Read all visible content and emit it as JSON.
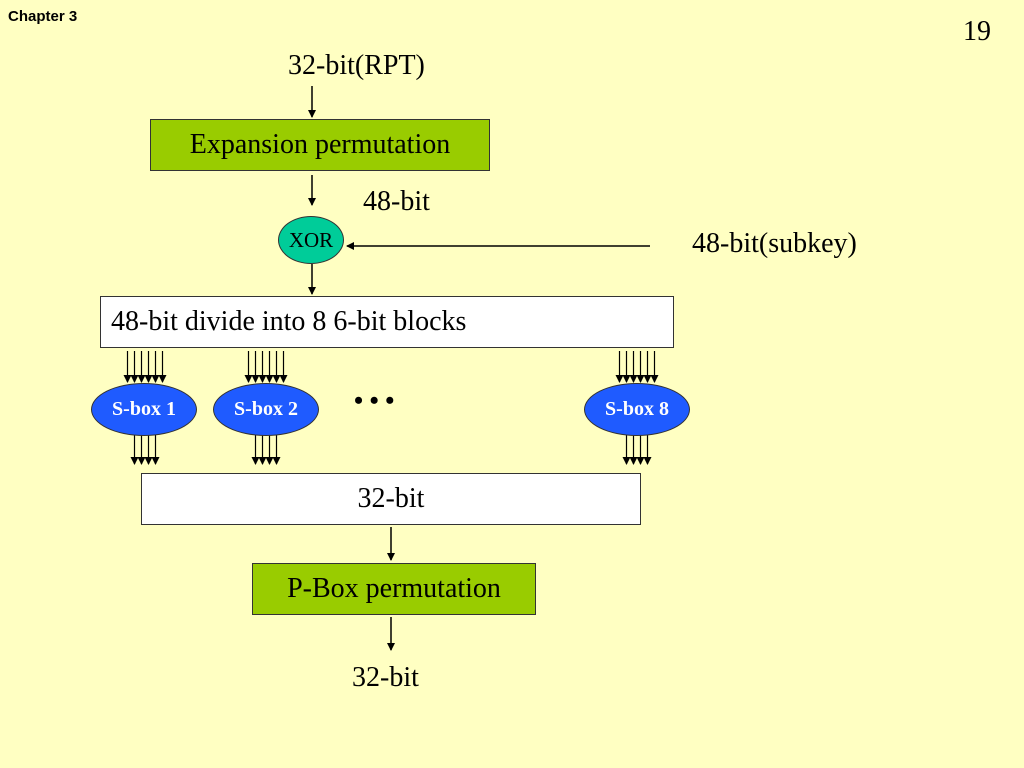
{
  "header": {
    "chapter": "Chapter 3",
    "page_number": "19"
  },
  "diagram": {
    "input_label": "32-bit(RPT)",
    "expansion_box": "Expansion permutation",
    "after_expansion_label": "48-bit",
    "xor_label": "XOR",
    "subkey_label": "48-bit(subkey)",
    "divide_box": "48-bit divide into 8 6-bit blocks",
    "sboxes": [
      "S-box 1",
      "S-box 2",
      "S-box 8"
    ],
    "ellipsis": "• • •",
    "combine_box": "32-bit",
    "pbox": "P-Box permutation",
    "output_label": "32-bit"
  }
}
